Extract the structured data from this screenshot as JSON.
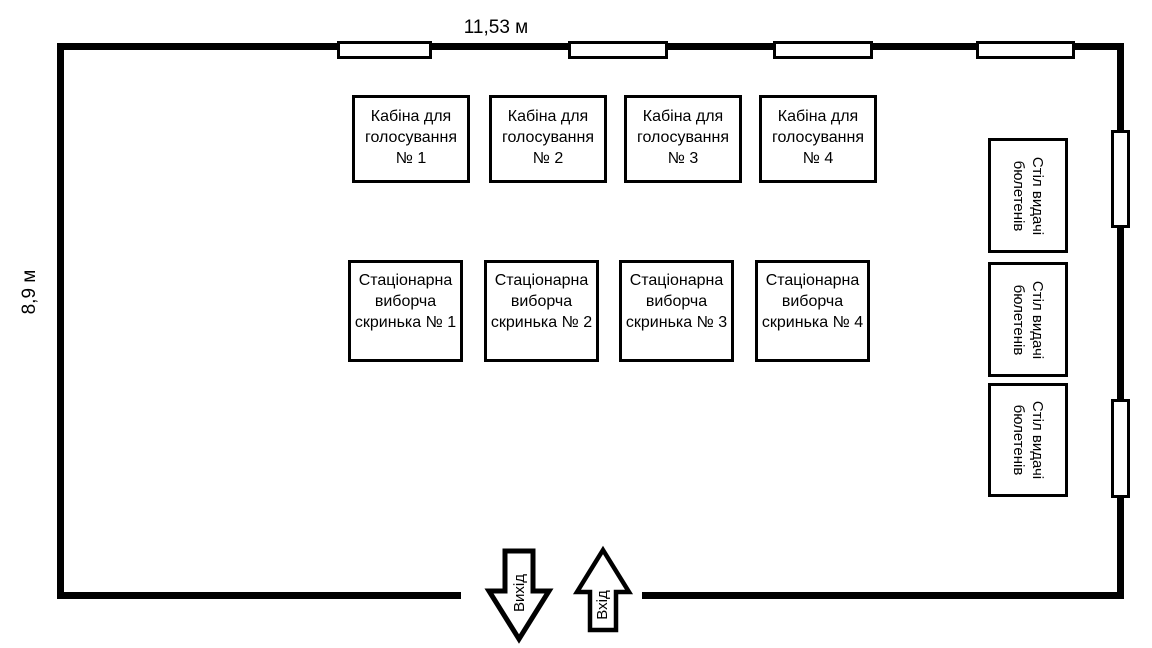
{
  "colors": {
    "wall": "#000000",
    "background": "#ffffff",
    "text": "#000000"
  },
  "dimensions": {
    "width": "11,53 м",
    "height": "8,9 м"
  },
  "booths": [
    {
      "lines": [
        "Кабіна для",
        "голосування",
        "№ 1"
      ]
    },
    {
      "lines": [
        "Кабіна для",
        "голосування",
        "№ 2"
      ]
    },
    {
      "lines": [
        "Кабіна для",
        "голосування",
        "№ 3"
      ]
    },
    {
      "lines": [
        "Кабіна для",
        "голосування",
        "№ 4"
      ]
    }
  ],
  "ballot_boxes": [
    {
      "lines": [
        "Стаціонарна",
        "виборча",
        "скринька № 1"
      ]
    },
    {
      "lines": [
        "Стаціонарна",
        "виборча",
        "скринька № 2"
      ]
    },
    {
      "lines": [
        "Стаціонарна",
        "виборча",
        "скринька № 3"
      ]
    },
    {
      "lines": [
        "Стаціонарна",
        "виборча",
        "скринька № 4"
      ]
    }
  ],
  "issue_tables": [
    {
      "lines": [
        "Стіл видачі",
        "бюлетенів"
      ]
    },
    {
      "lines": [
        "Стіл видачі",
        "бюлетенів"
      ]
    },
    {
      "lines": [
        "Стіл видачі",
        "бюлетенів"
      ]
    }
  ],
  "exit": {
    "label": "Вихід"
  },
  "entrance": {
    "label": "Вхід"
  }
}
